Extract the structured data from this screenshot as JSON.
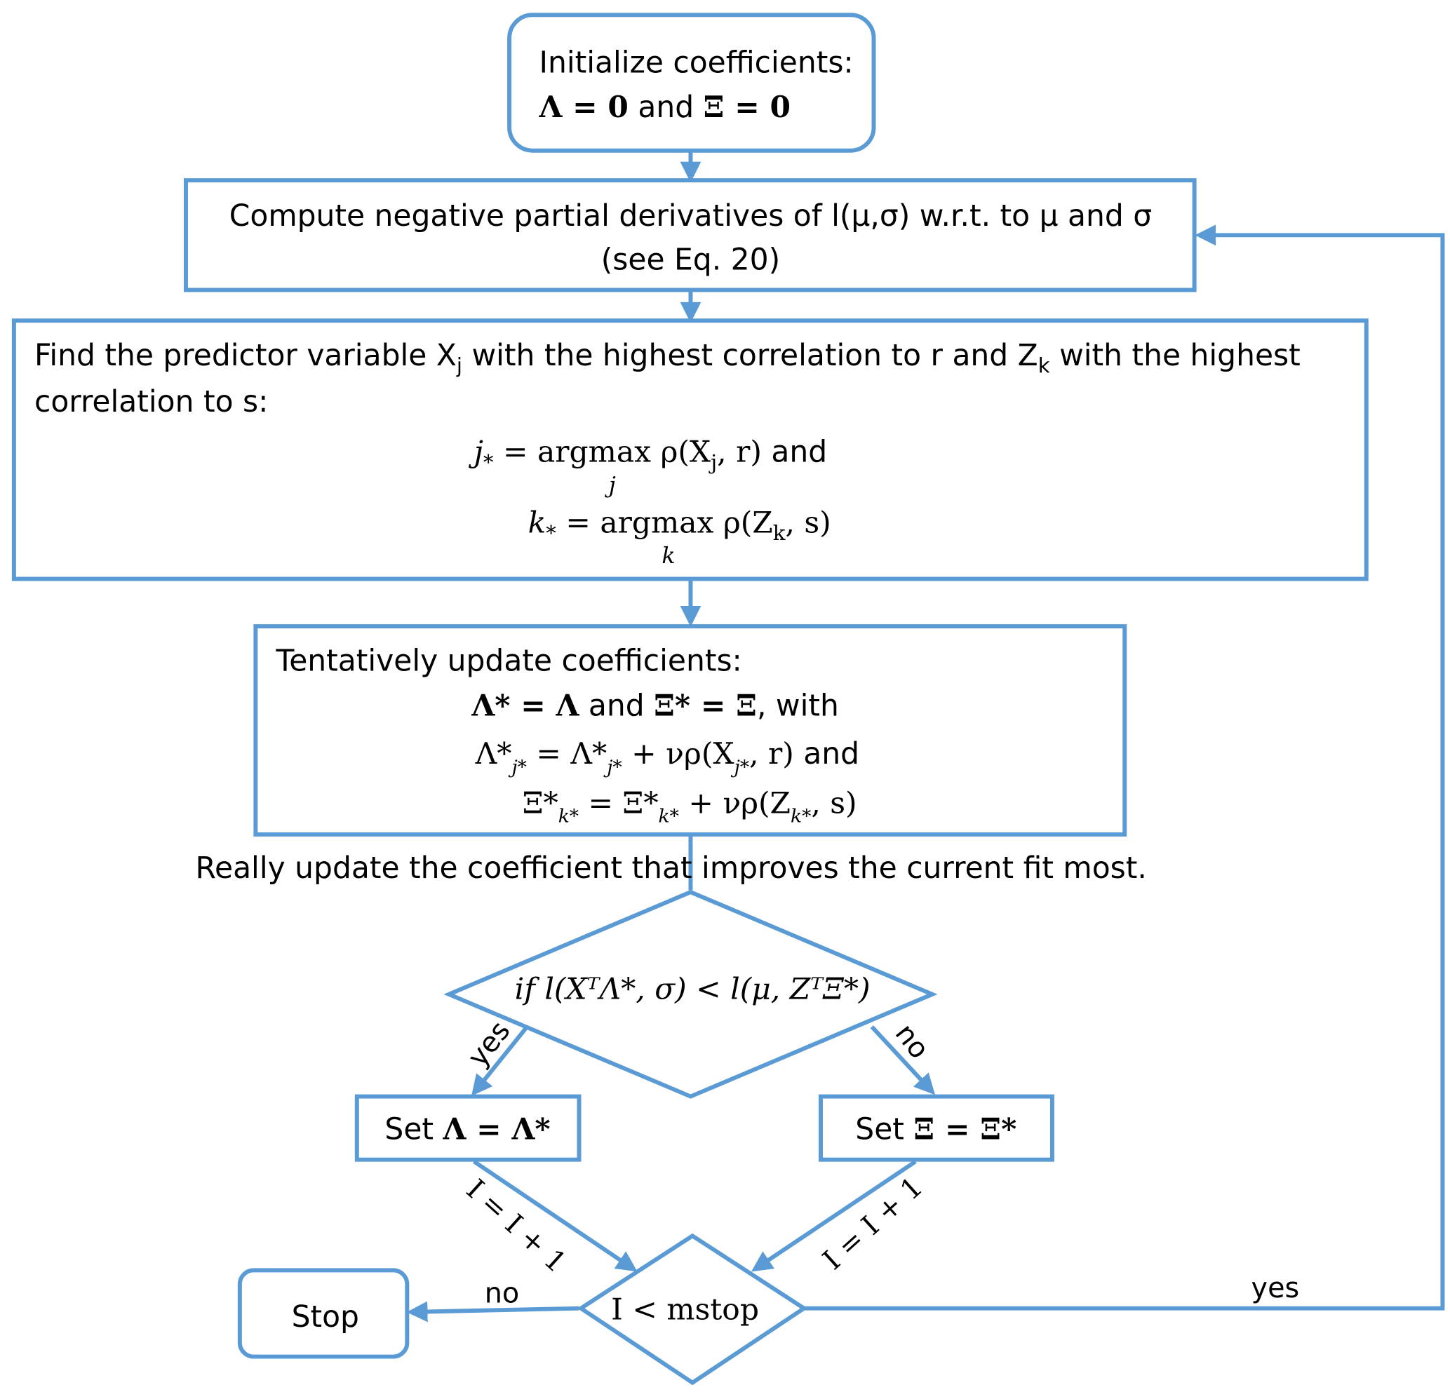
{
  "colors": {
    "stroke": "#5b9bd5",
    "text": "#000000"
  },
  "init": {
    "line1": "Initialize coefficients:",
    "l2a": "Λ = 0",
    "l2b": " and ",
    "l2c": "Ξ = 0"
  },
  "compute": {
    "line1": "Compute negative partial derivatives of l(μ,σ) w.r.t. to μ and σ",
    "line2": "(see Eq. 20)"
  },
  "find": {
    "l1a": "Find the predictor variable X",
    "l1sub": "j",
    "l1b": " with the highest correlation to r and Z",
    "l1sub2": "k",
    "l1c": " with the highest",
    "line2": "correlation to s:",
    "f1a": "j",
    "f1sub": "*",
    "f1b": " = argmax ρ(X",
    "f1sub2": "j",
    "f1c": ", r)",
    "f1d": " and",
    "f1under": "j",
    "f2a": "k",
    "f2sub": "*",
    "f2b": " = argmax ρ(Z",
    "f2sub2": "k",
    "f2c": ", s)",
    "f2under": "k"
  },
  "tentative": {
    "line1": "Tentatively update coefficients:",
    "l2a": "Λ* = Λ",
    "l2b": " and ",
    "l2c": "Ξ* = Ξ",
    "l2d": ", with",
    "l3a": "Λ*",
    "l3s1": "j*",
    "l3b": " = Λ*",
    "l3s2": "j*",
    "l3c": " + νρ(X",
    "l3s3": "j*",
    "l3d": ", r)",
    "l3e": " and",
    "l4a": "Ξ*",
    "l4s1": "k*",
    "l4b": " = Ξ*",
    "l4s2": "k*",
    "l4c": " + νρ(Z",
    "l4s3": "k*",
    "l4d": ", s)"
  },
  "really": "Really update the coefficient that improves the current fit most.",
  "condition": "if l(XᵀΛ*, σ) < l(μ, ZᵀΞ*)",
  "yes1": "yes",
  "no1": "no",
  "setLambda": {
    "a": "Set ",
    "b": "Λ = Λ*"
  },
  "setXi": {
    "a": "Set ",
    "b": "Ξ  = Ξ*"
  },
  "incLeft": "I = I + 1",
  "incRight": "I = I + 1",
  "loopCond": "I < mstop",
  "stop": "Stop",
  "no2": "no",
  "yes2": "yes"
}
